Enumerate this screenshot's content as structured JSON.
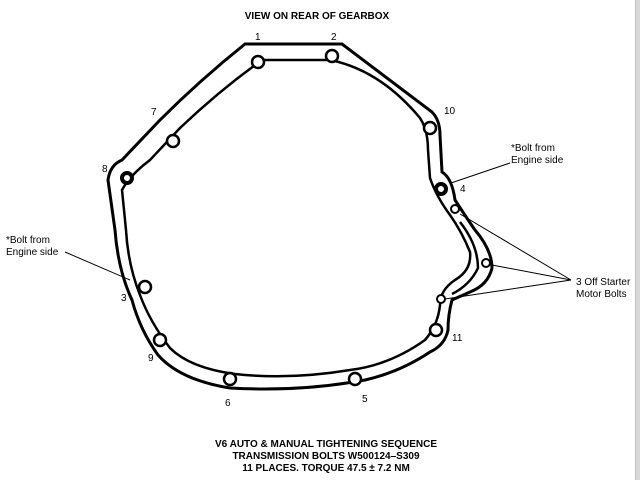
{
  "title": "VIEW ON REAR OF GEARBOX",
  "bolt_numbers": [
    "1",
    "2",
    "3",
    "4",
    "5",
    "6",
    "7",
    "8",
    "9",
    "10",
    "11"
  ],
  "annotations": {
    "engine_side_right": [
      "*Bolt from",
      "Engine side"
    ],
    "engine_side_left": [
      "*Bolt from",
      "Engine side"
    ],
    "starter_bolts": [
      "3 Off Starter",
      "Motor Bolts"
    ]
  },
  "caption": [
    "V6 AUTO & MANUAL TIGHTENING SEQUENCE",
    "TRANSMISSION BOLTS W500124–S309",
    "11 PLACES. TORQUE 47.5 ± 7.2 NM"
  ]
}
